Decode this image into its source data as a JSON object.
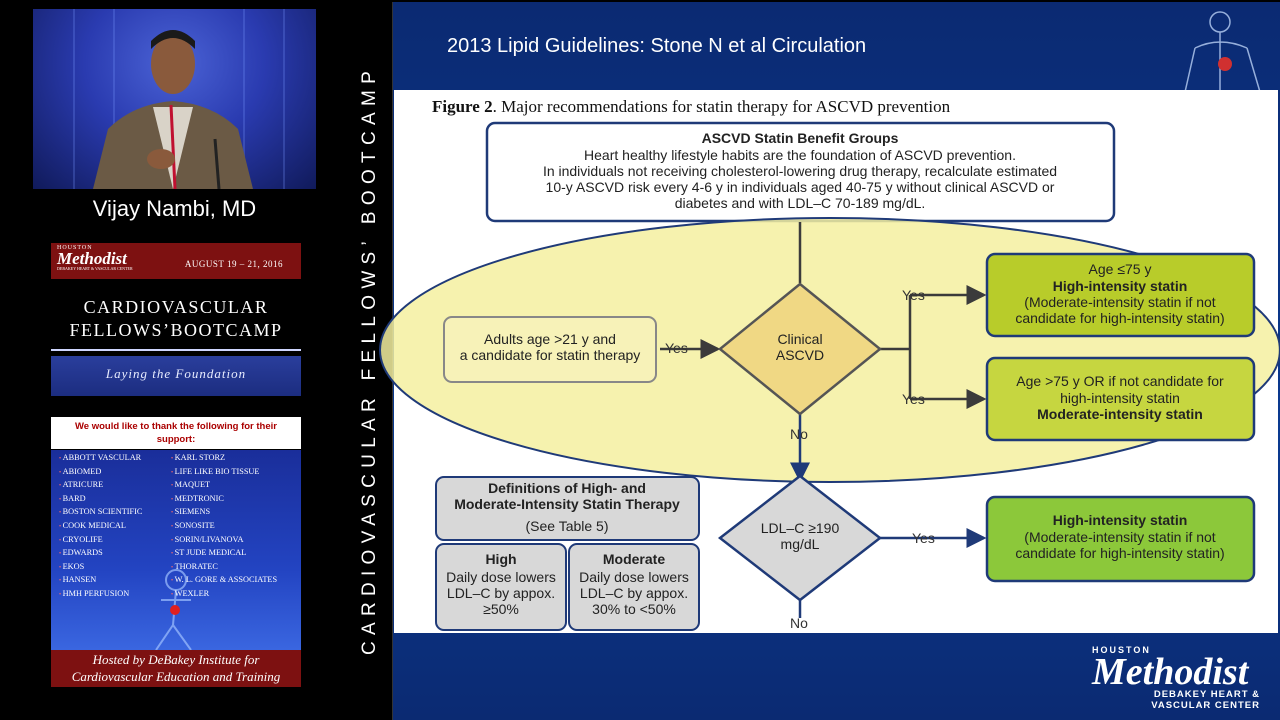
{
  "speaker": {
    "name": "Vijay Nambi, MD"
  },
  "banner": {
    "logo_top": "HOUSTON",
    "logo_main": "Methodist",
    "logo_sub": "DEBAKEY HEART & VASCULAR CENTER",
    "dates": "AUGUST 19 – 21, 2016"
  },
  "program": {
    "title_line1": "CARDIOVASCULAR",
    "title_line2": "FELLOWS’BOOTCAMP",
    "tagline": "Laying the Foundation"
  },
  "thanks": "We would like to thank the following for their support:",
  "sponsors_col1": [
    "ABBOTT VASCULAR",
    "ABIOMED",
    "ATRICURE",
    "BARD",
    "BOSTON SCIENTIFIC",
    "COOK MEDICAL",
    "CRYOLIFE",
    "EDWARDS",
    "EKOS",
    "HANSEN",
    "HMH PERFUSION"
  ],
  "sponsors_col2": [
    "KARL STORZ",
    "LIFE LIKE BIO TISSUE",
    "MAQUET",
    "MEDTRONIC",
    "SIEMENS",
    "SONOSITE",
    "SORIN/LIVANOVA",
    "ST JUDE MEDICAL",
    "THORATEC",
    "W. L. GORE & ASSOCIATES",
    "WEXLER"
  ],
  "hosted": {
    "line1": "Hosted by DeBakey Institute for",
    "line2": "Cardiovascular Education and Training"
  },
  "vertical_text": "CARDIOVASCULAR FELLOWS’ BOOTCAMP",
  "slide": {
    "title": "2013 Lipid Guidelines: Stone N et al Circulation"
  },
  "figure": {
    "caption_bold": "Figure 2",
    "caption_rest": ". Major recommendations for statin therapy for ASCVD prevention",
    "top_box": {
      "title": "ASCVD Statin Benefit Groups",
      "lines": [
        "Heart healthy lifestyle habits are the foundation of ASCVD prevention.",
        "In individuals not receiving cholesterol-lowering drug therapy, recalculate estimated",
        "10-y ASCVD risk every 4-6 y in individuals aged 40-75 y without clinical ASCVD or",
        "diabetes and with LDL–C 70-189 mg/dL."
      ]
    },
    "adults_box": [
      "Adults age >21 y and",
      "a candidate for statin therapy"
    ],
    "clinical_ascvd": [
      "Clinical",
      "ASCVD"
    ],
    "ldl_diamond": [
      "LDL–C ≥190",
      "mg/dL"
    ],
    "yes": "Yes",
    "no": "No",
    "age_le75": {
      "line1": "Age ≤75 y",
      "line2": "High-intensity statin",
      "line3": "(Moderate-intensity statin if not",
      "line4": "candidate for high-intensity statin)"
    },
    "age_gt75": {
      "line1": "Age >75 y OR if not candidate for",
      "line2": "high-intensity statin",
      "line3": "Moderate-intensity statin"
    },
    "high_intensity": {
      "line1": "High-intensity statin",
      "line2": "(Moderate-intensity statin if not",
      "line3": "candidate for high-intensity statin)"
    },
    "definitions": {
      "line1": "Definitions of High- and",
      "line2": "Moderate-Intensity Statin Therapy",
      "line3": "(See Table 5)"
    },
    "high_def": {
      "title": "High",
      "lines": [
        "Daily dose lowers",
        "LDL–C by appox.",
        "≥50%"
      ]
    },
    "moderate_def": {
      "title": "Moderate",
      "lines": [
        "Daily dose lowers",
        "LDL–C by appox.",
        "30% to <50%"
      ]
    }
  },
  "footer_logo": {
    "top": "HOUSTON",
    "main": "Methodist",
    "sub1": "DEBAKEY HEART &",
    "sub2": "VASCULAR CENTER"
  },
  "colors": {
    "highlight_yellow": "#f4f0a0",
    "green_box": "#9acd32",
    "navy": "#1f3a78",
    "maroon": "#7d1111"
  }
}
